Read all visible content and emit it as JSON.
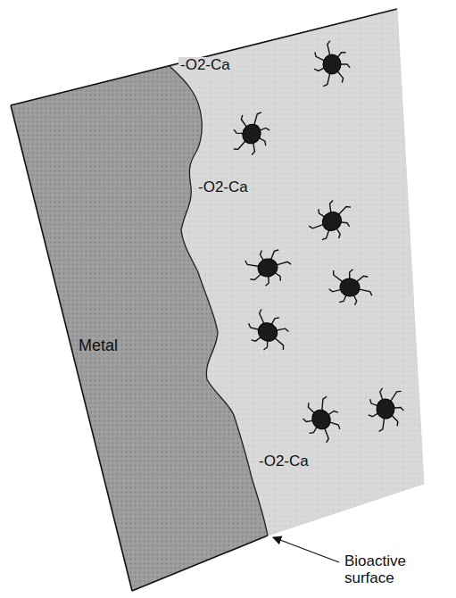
{
  "diagram": {
    "labels": [
      "-O2-Ca",
      "-O2-Ca",
      "-O2-Ca",
      "Metal",
      "Bioactive surface"
    ]
  }
}
